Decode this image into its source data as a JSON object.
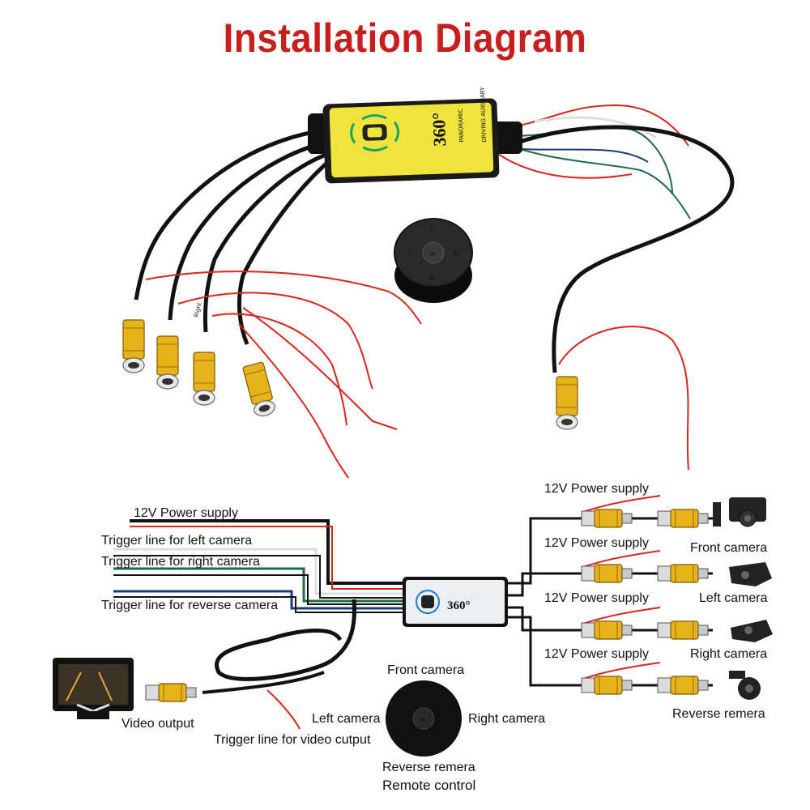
{
  "title": "Installation Diagram",
  "product": {
    "badge": "360°",
    "line1": "PANORAMIC",
    "line2": "DRIVING AUXILIARY",
    "side_label": "Right"
  },
  "remote": {
    "keys": {
      "top": "F",
      "left": "L",
      "center": "M",
      "right": "R",
      "bottom": "B"
    }
  },
  "left_inputs": [
    "12V Power supply",
    "Trigger line for left camera",
    "Trigger line for right camera",
    "Trigger line for reverse camera"
  ],
  "cameras": [
    {
      "power": "12V Power supply",
      "name": "Front camera"
    },
    {
      "power": "12V Power supply",
      "name": "Left camera"
    },
    {
      "power": "12V Power supply",
      "name": "Right camera"
    },
    {
      "power": "12V Power supply",
      "name": "Reverse remera"
    }
  ],
  "video": {
    "output": "Video output",
    "trigger": "Trigger line for video cutput"
  },
  "remote_labels": {
    "top": "Front camera",
    "left": "Left camera",
    "right": "Right camera",
    "bottom": "Reverse remera",
    "caption": "Remote control"
  },
  "colors": {
    "title": "#c81e1e",
    "box": "#f0e43c",
    "rca": "#e8b21a",
    "wire_red": "#d9261c",
    "wire_green": "#1e6b4a",
    "wire_blue": "#1b3a7a"
  }
}
